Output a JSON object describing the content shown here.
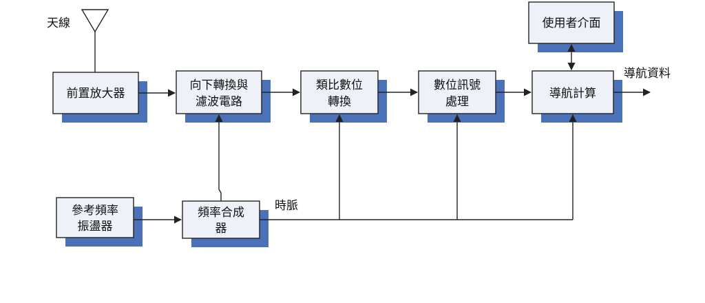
{
  "labels": {
    "antenna": "天線",
    "preamp": "前置放大器",
    "downconv_1": "向下轉換與",
    "downconv_2": "濾波電路",
    "adc_1": "類比數位",
    "adc_2": "轉換",
    "dsp_1": "數位訊號",
    "dsp_2": "處理",
    "nav": "導航計算",
    "ui": "使用者介面",
    "nav_data": "導航資料",
    "refosc_1": "參考頻率",
    "refosc_2": "振盪器",
    "synth_1": "頻率合成",
    "synth_2": "器",
    "clock": "時脈"
  },
  "colors": {
    "shadow": "#4b72b8",
    "box_fill": "#eef1f8",
    "line": "#222222"
  }
}
